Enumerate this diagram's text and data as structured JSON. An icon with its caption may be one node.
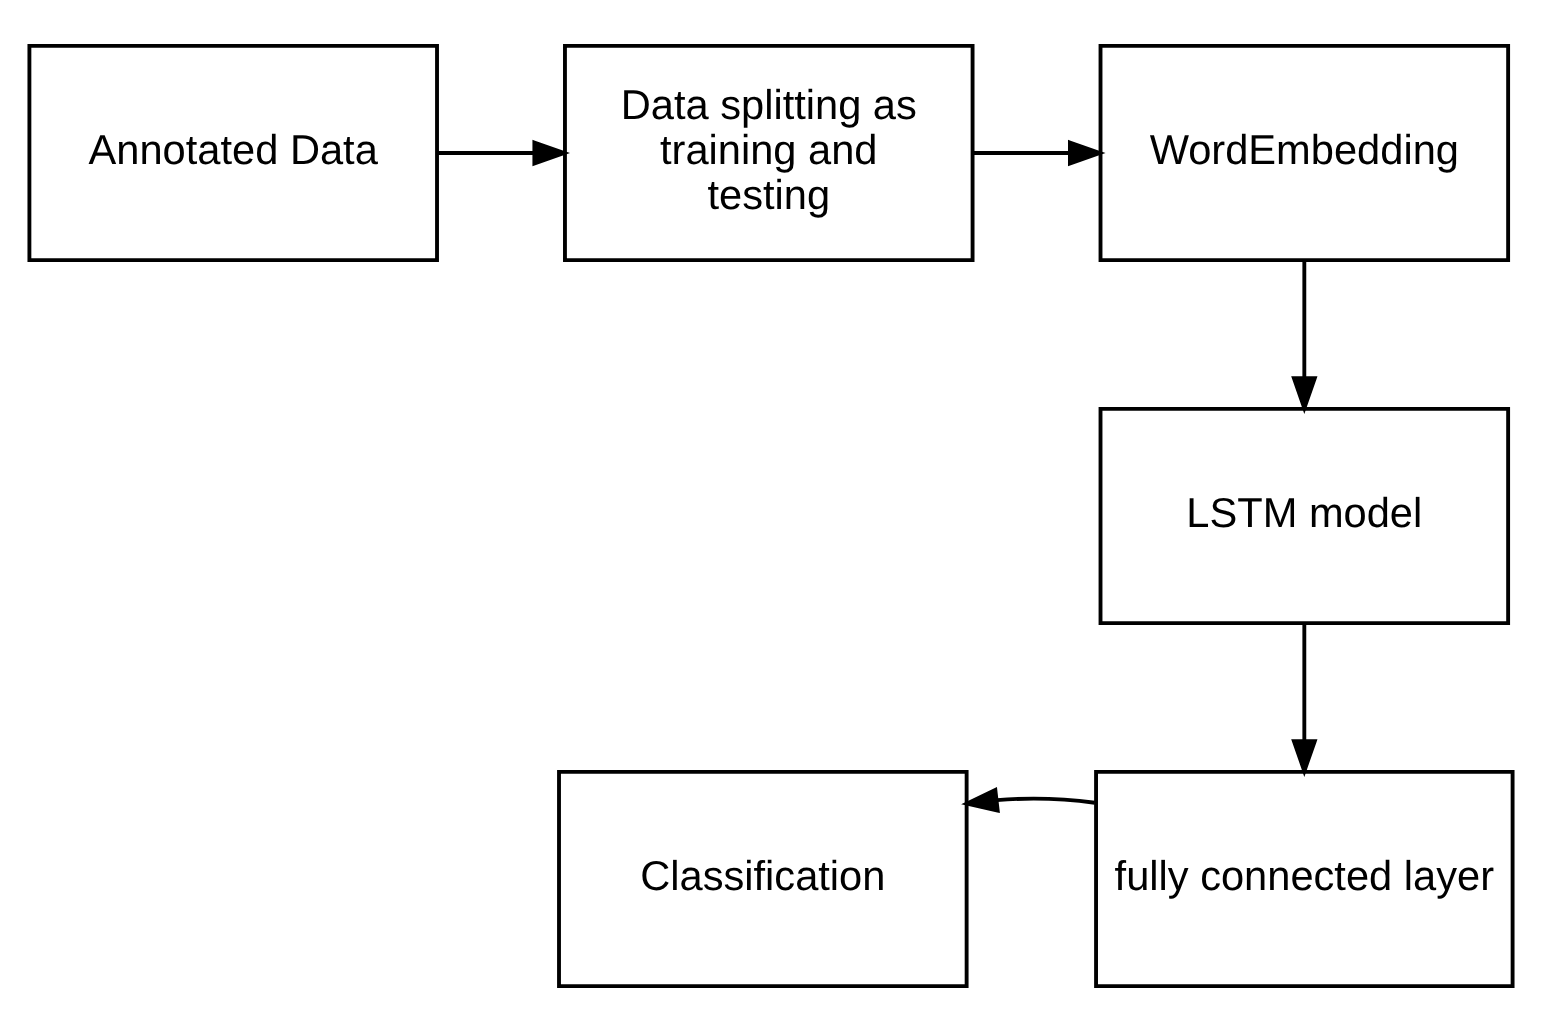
{
  "diagram": {
    "nodes": [
      {
        "text": [
          "Annotated Data"
        ]
      },
      {
        "text": [
          "Data splitting as training and testing"
        ]
      },
      {
        "text": [
          "WordEmbedding"
        ]
      },
      {
        "text": [
          "LSTM model"
        ]
      },
      {
        "text": [
          "fully connected layer"
        ]
      },
      {
        "text": [
          "Classification"
        ]
      }
    ],
    "edges": [
      {
        "from": 0,
        "to": 1,
        "arrow": "to"
      },
      {
        "from": 1,
        "to": 2,
        "arrow": "to"
      },
      {
        "from": 2,
        "to": 3,
        "arrow": "to"
      },
      {
        "from": 3,
        "to": 4,
        "arrow": "to"
      },
      {
        "from": 4,
        "to": 5,
        "arrow": "to"
      }
    ]
  }
}
